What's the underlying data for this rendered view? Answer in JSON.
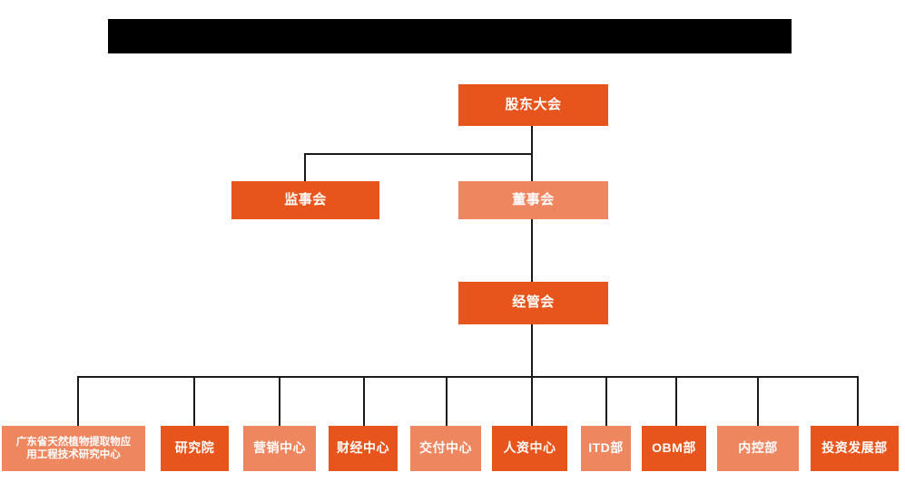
{
  "diagram": {
    "title_banner": {
      "label": "redacted-title-banner",
      "text": "",
      "color": "#000000"
    },
    "colors": {
      "dark_orange": "#E8551C",
      "light_orange": "#EE8760",
      "line": "#1a1a1a",
      "background": "#ffffff",
      "text": "#ffffff"
    },
    "nodes": {
      "shareholders_meeting": {
        "text": "股东大会",
        "style": "dark"
      },
      "board_of_supervisors": {
        "text": "监事会",
        "style": "dark"
      },
      "board_of_directors": {
        "text": "董事会",
        "style": "light"
      },
      "management_committee": {
        "text": "经管会",
        "style": "dark"
      }
    },
    "departments": [
      {
        "text_line1": "广东省天然植物提取物应",
        "text_line2": "用工程技术研究中心",
        "style": "light"
      },
      {
        "text_line1": "研究院",
        "text_line2": "",
        "style": "dark"
      },
      {
        "text_line1": "营销中心",
        "text_line2": "",
        "style": "light"
      },
      {
        "text_line1": "财经中心",
        "text_line2": "",
        "style": "dark"
      },
      {
        "text_line1": "交付中心",
        "text_line2": "",
        "style": "light"
      },
      {
        "text_line1": "人资中心",
        "text_line2": "",
        "style": "dark"
      },
      {
        "text_line1": "ITD部",
        "text_line2": "",
        "style": "light"
      },
      {
        "text_line1": "OBM部",
        "text_line2": "",
        "style": "dark"
      },
      {
        "text_line1": "内控部",
        "text_line2": "",
        "style": "light"
      },
      {
        "text_line1": "投资发展部",
        "text_line2": "",
        "style": "dark"
      }
    ]
  }
}
